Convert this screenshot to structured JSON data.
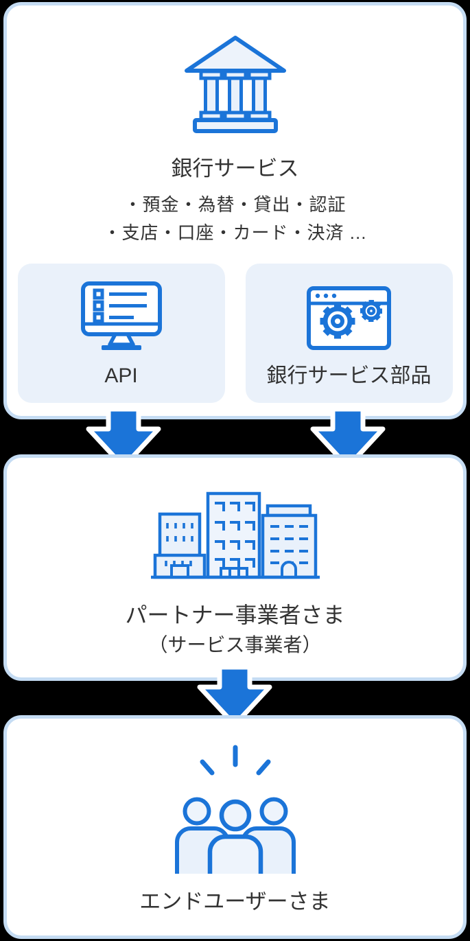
{
  "colors": {
    "accent_blue": "#1b74d8",
    "card_border": "#c5dcf3",
    "card_background": "#ffffff",
    "subcard_background": "#eaf1fa",
    "icon_fill": "#e9f1fb",
    "text": "#333333",
    "arrow_outline": "#ffffff",
    "page_background": "#000000"
  },
  "bank": {
    "icon": "bank-icon",
    "title": "銀行サービス",
    "bullets": [
      "・預金・為替・貸出・認証",
      "・支店・口座・カード・決済 ..."
    ],
    "subcards": [
      {
        "icon": "monitor-checklist-icon",
        "label": "API"
      },
      {
        "icon": "browser-gears-icon",
        "label": "銀行サービス部品"
      }
    ]
  },
  "partner": {
    "icon": "office-buildings-icon",
    "title": "パートナー事業者さま",
    "subtitle": "（サービス事業者）"
  },
  "end_user": {
    "icon": "people-group-icon",
    "title": "エンドユーザーさま"
  },
  "arrows": {
    "icon": "down-arrow-icon",
    "count": 3
  }
}
